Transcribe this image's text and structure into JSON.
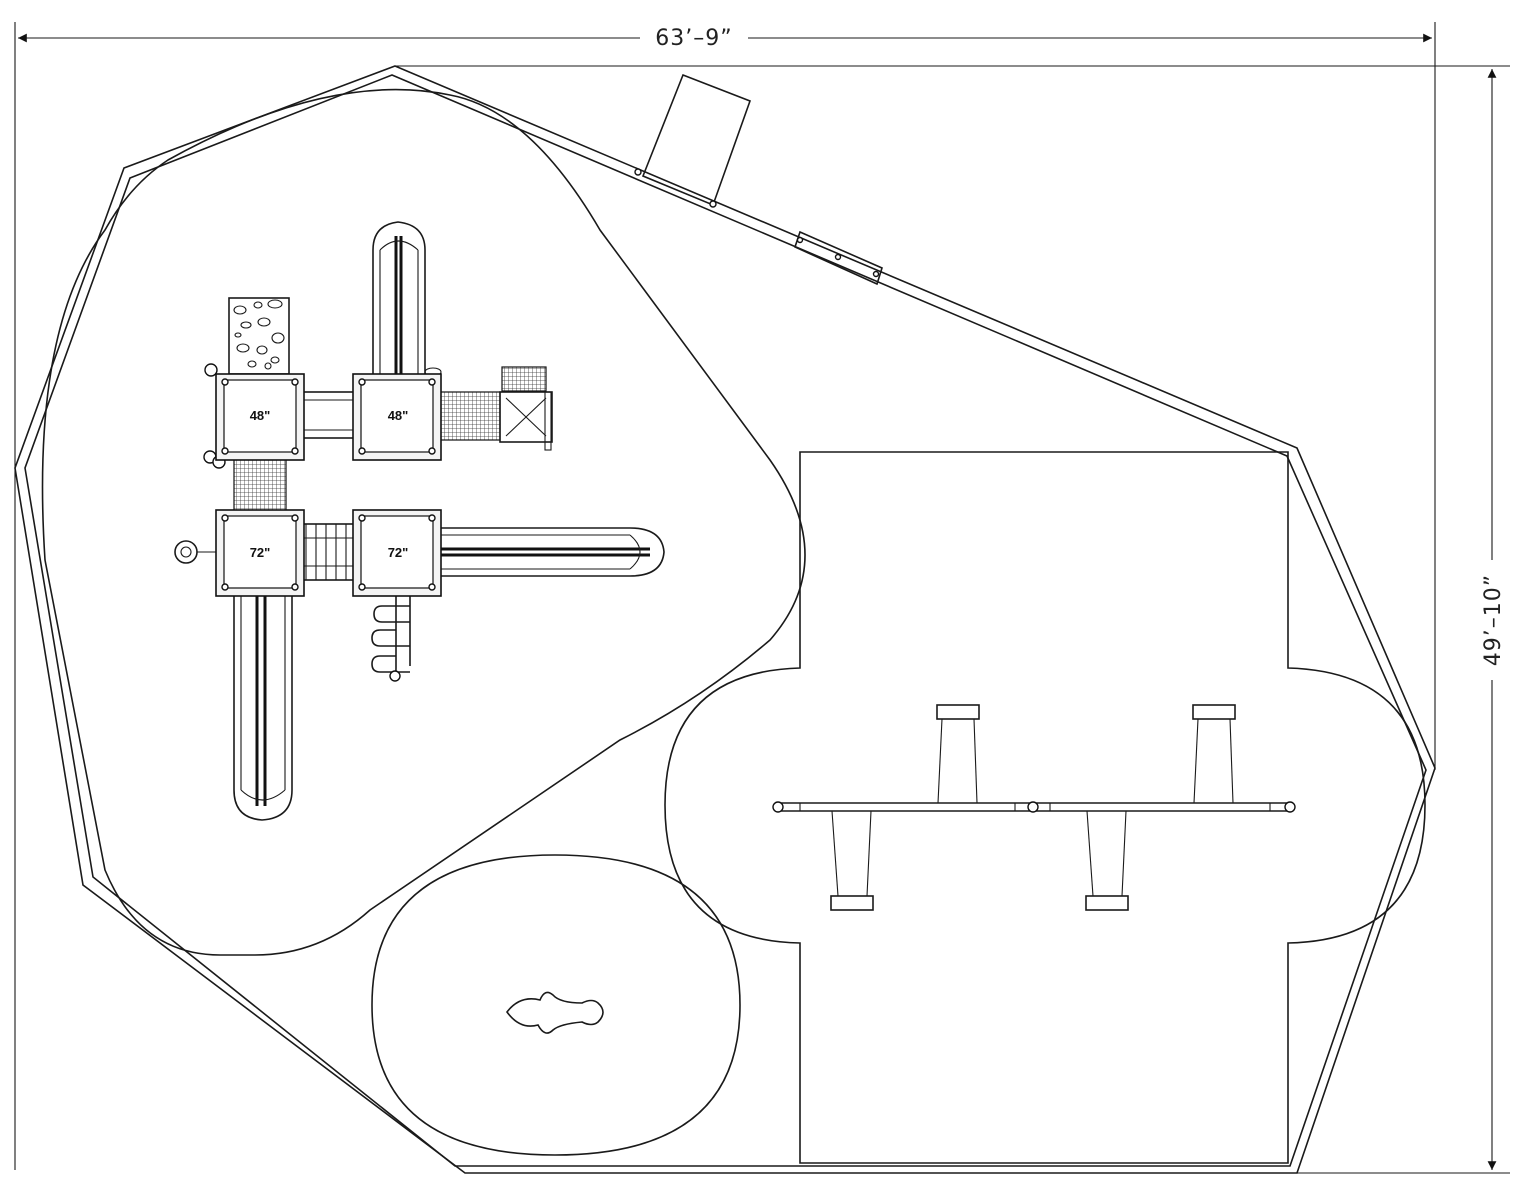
{
  "dimensions": {
    "width": "63’–9”",
    "height": "49’–10”"
  },
  "decks": [
    {
      "id": "deck-1",
      "height_label": "48\""
    },
    {
      "id": "deck-2",
      "height_label": "48\""
    },
    {
      "id": "deck-3",
      "height_label": "72\""
    },
    {
      "id": "deck-4",
      "height_label": "72\""
    }
  ],
  "colors": {
    "line": "#1a1a1a",
    "background": "#ffffff"
  }
}
